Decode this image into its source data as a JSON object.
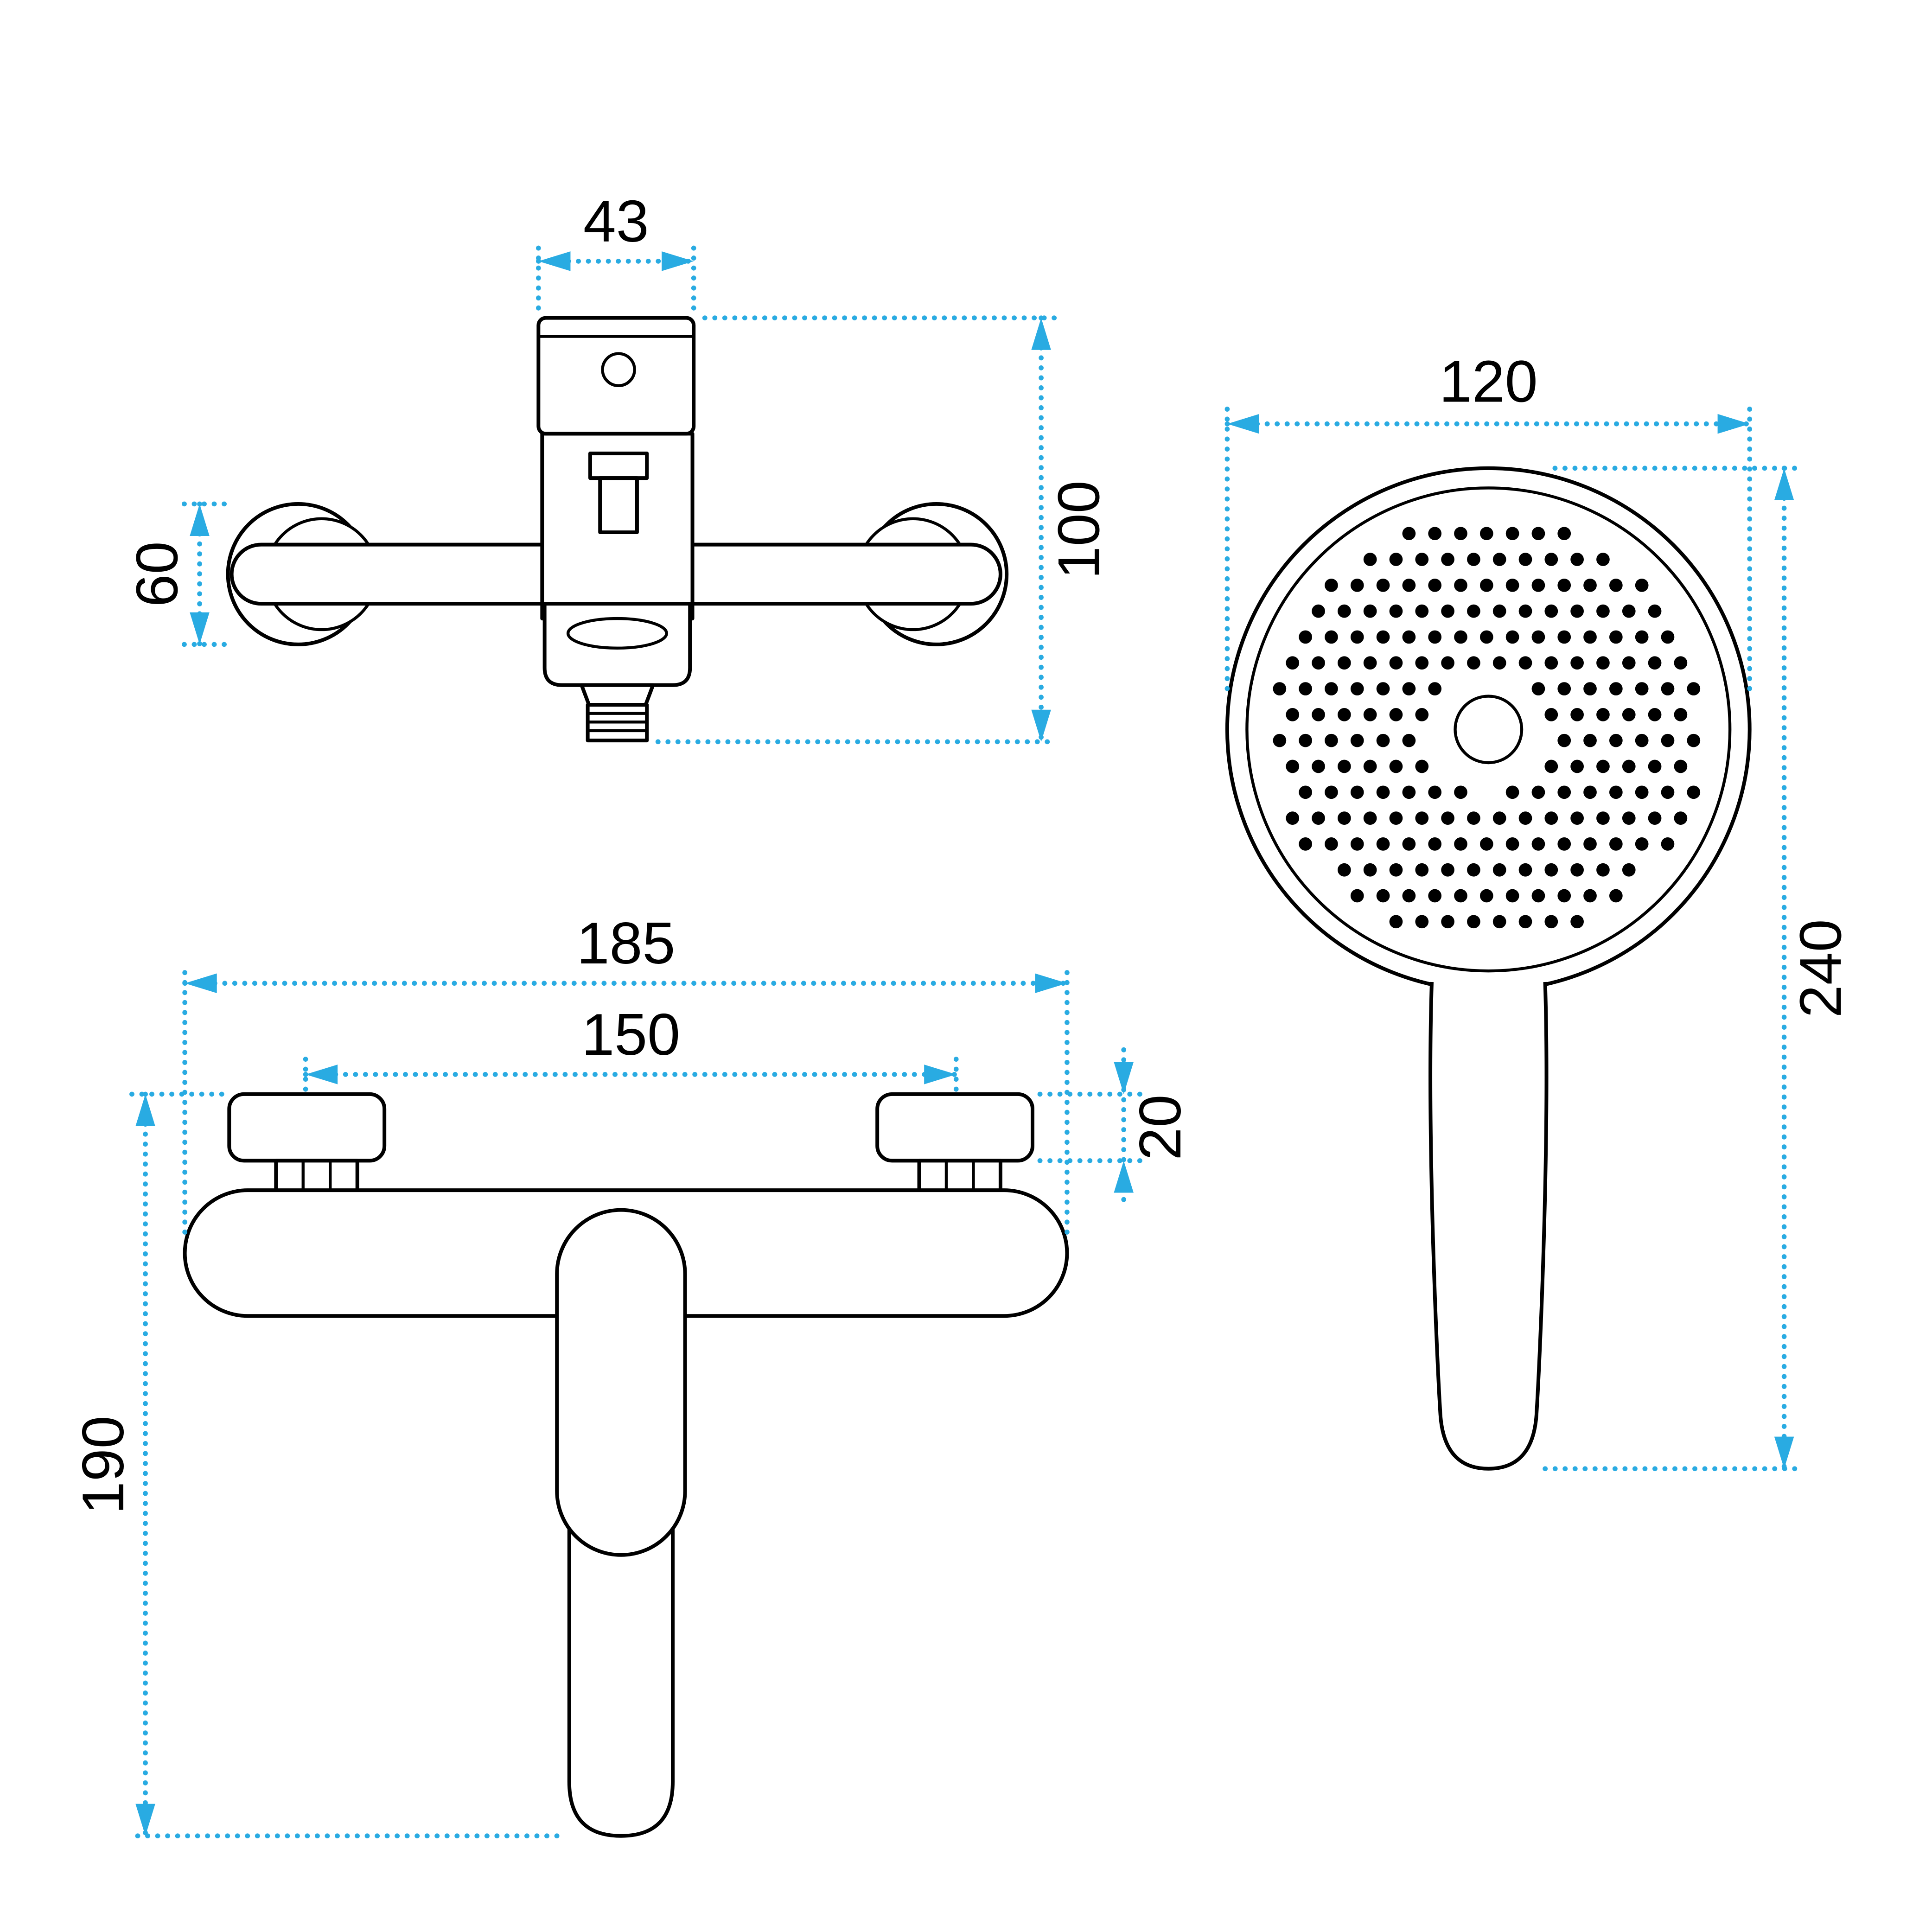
{
  "drawing": {
    "background": "#ffffff",
    "accent_color": "#29abe2",
    "line_color": "#000000",
    "views": {
      "mixer_side": {
        "name": "bath-mixer-side-view",
        "dims": {
          "top_width": "43",
          "height": "100",
          "flange_diameter": "60"
        }
      },
      "mixer_front": {
        "name": "bath-mixer-front-view",
        "dims": {
          "overall_width": "185",
          "mounting_centers": "150",
          "flange_depth": "20",
          "overall_height": "190"
        }
      },
      "hand_shower": {
        "name": "hand-shower-front-view",
        "dims": {
          "head_diameter": "120",
          "overall_length": "240"
        }
      }
    }
  }
}
